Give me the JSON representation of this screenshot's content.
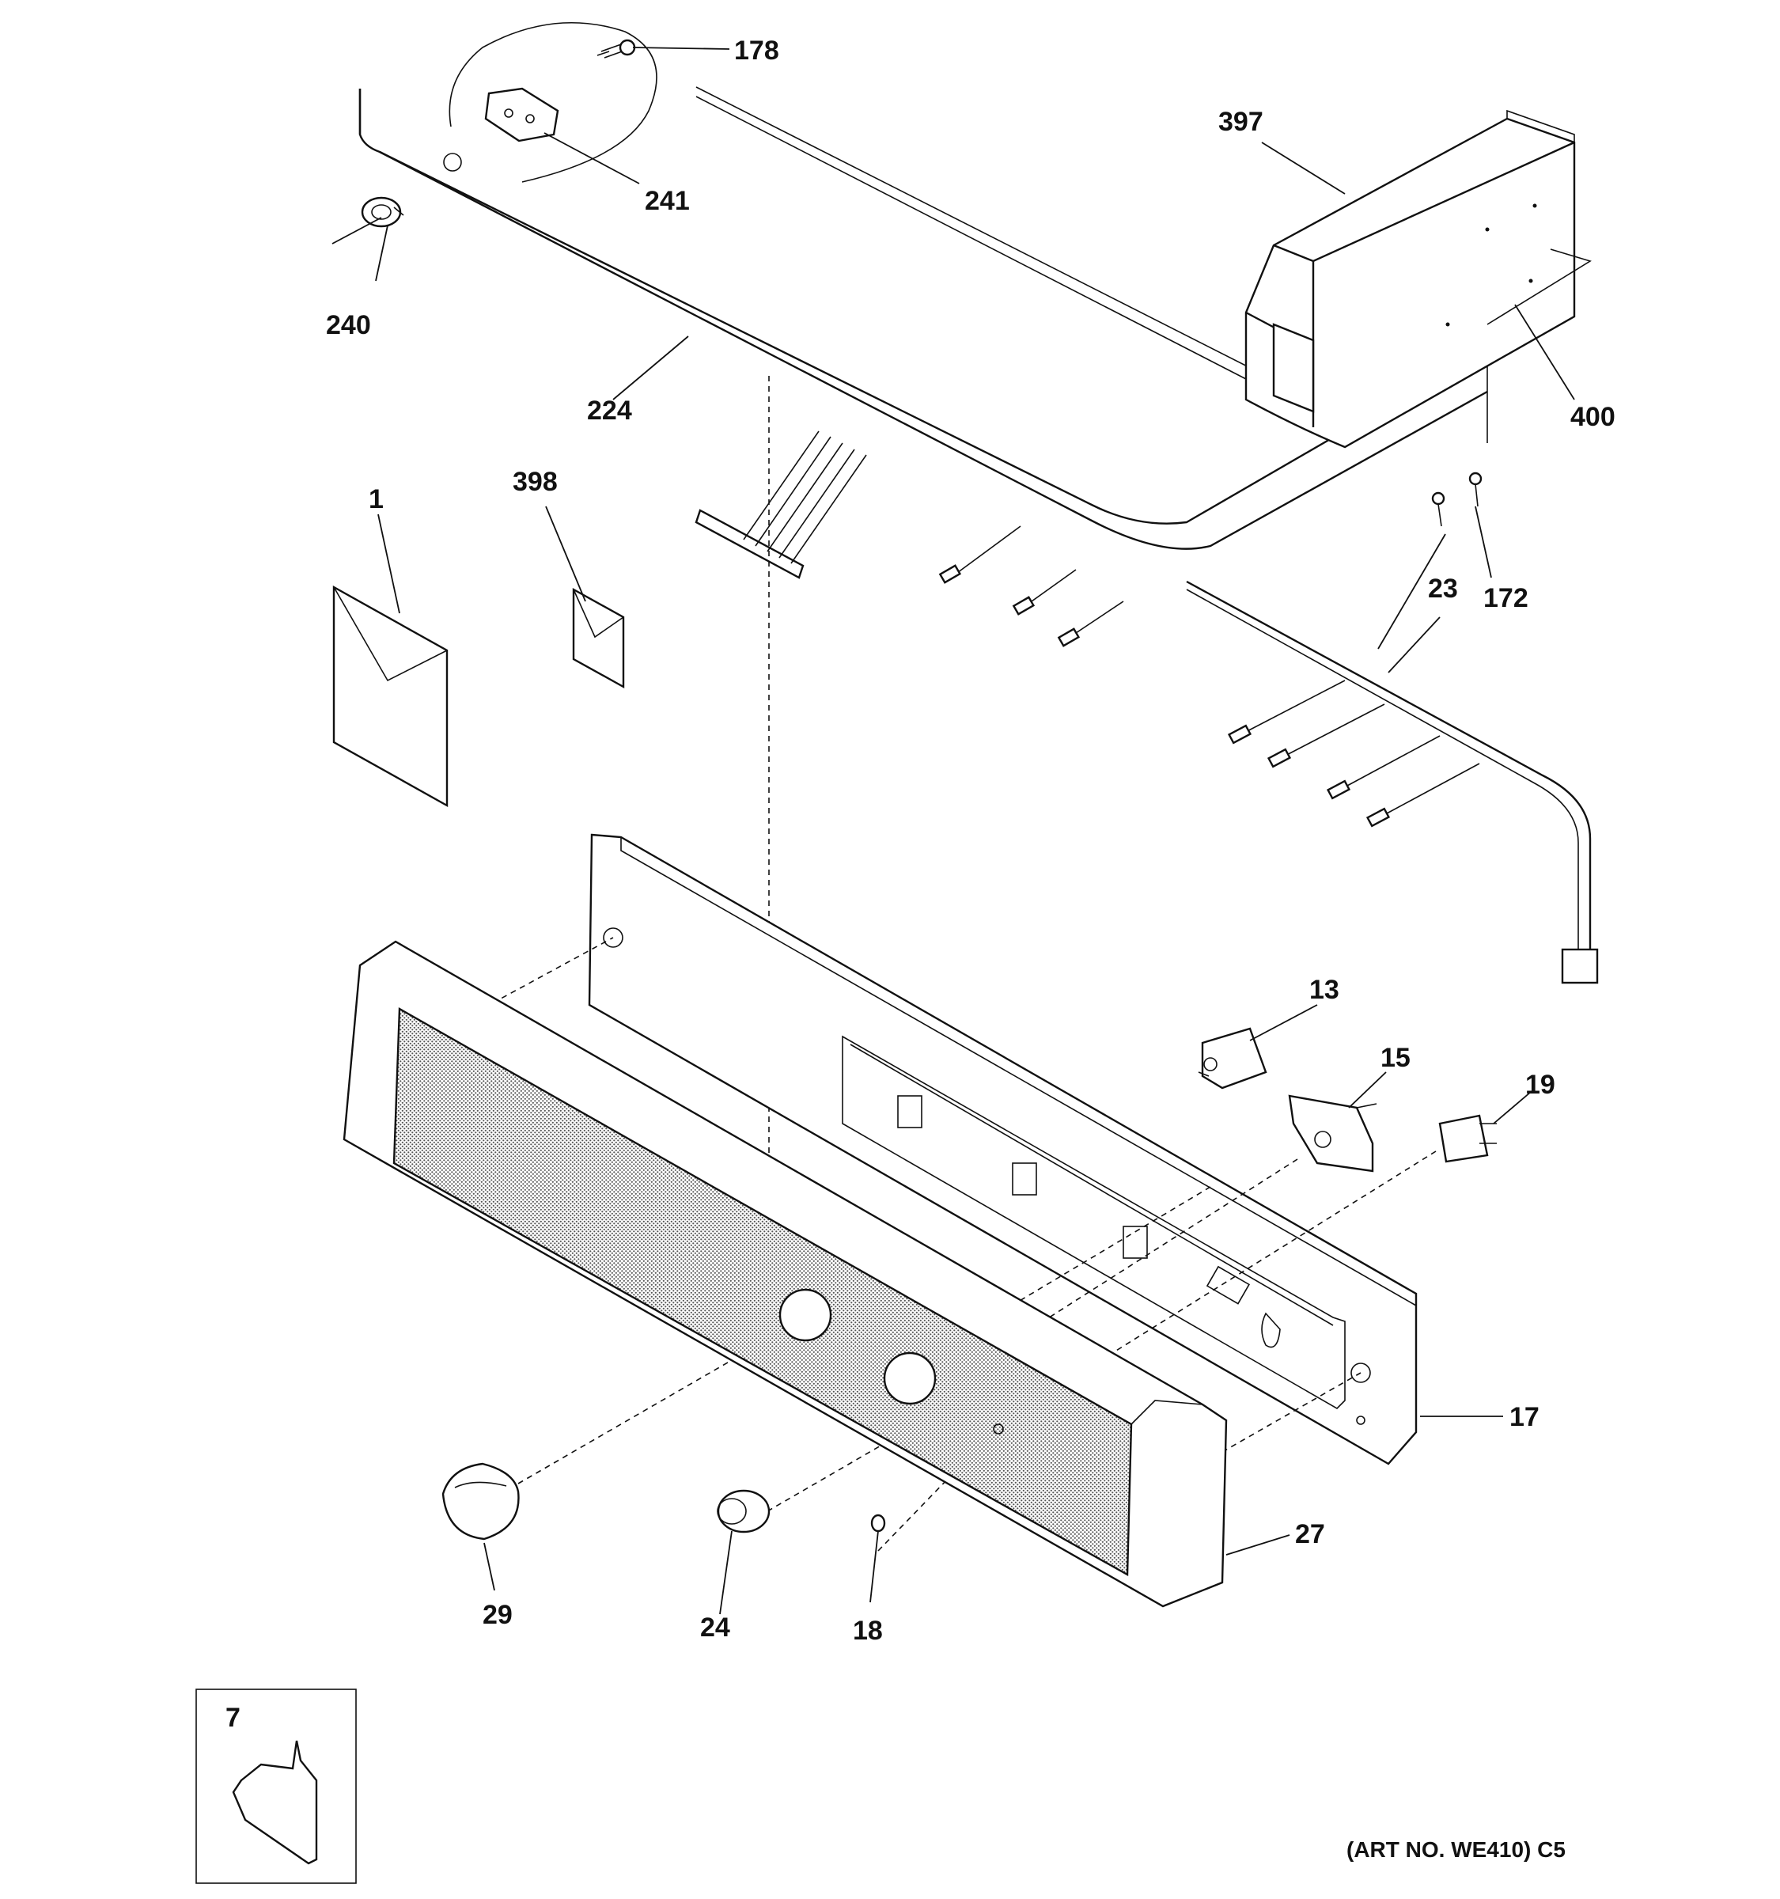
{
  "diagram": {
    "art_number": "(ART NO. WE410) C5",
    "parts": [
      {
        "id": "p178",
        "label": "178"
      },
      {
        "id": "p241",
        "label": "241"
      },
      {
        "id": "p240",
        "label": "240"
      },
      {
        "id": "p224",
        "label": "224"
      },
      {
        "id": "p397",
        "label": "397"
      },
      {
        "id": "p400",
        "label": "400"
      },
      {
        "id": "p1",
        "label": "1"
      },
      {
        "id": "p398",
        "label": "398"
      },
      {
        "id": "p23",
        "label": "23"
      },
      {
        "id": "p172",
        "label": "172"
      },
      {
        "id": "p13",
        "label": "13"
      },
      {
        "id": "p15",
        "label": "15"
      },
      {
        "id": "p19",
        "label": "19"
      },
      {
        "id": "p17",
        "label": "17"
      },
      {
        "id": "p27",
        "label": "27"
      },
      {
        "id": "p29",
        "label": "29"
      },
      {
        "id": "p24",
        "label": "24"
      },
      {
        "id": "p18",
        "label": "18"
      },
      {
        "id": "p7",
        "label": "7"
      }
    ]
  }
}
